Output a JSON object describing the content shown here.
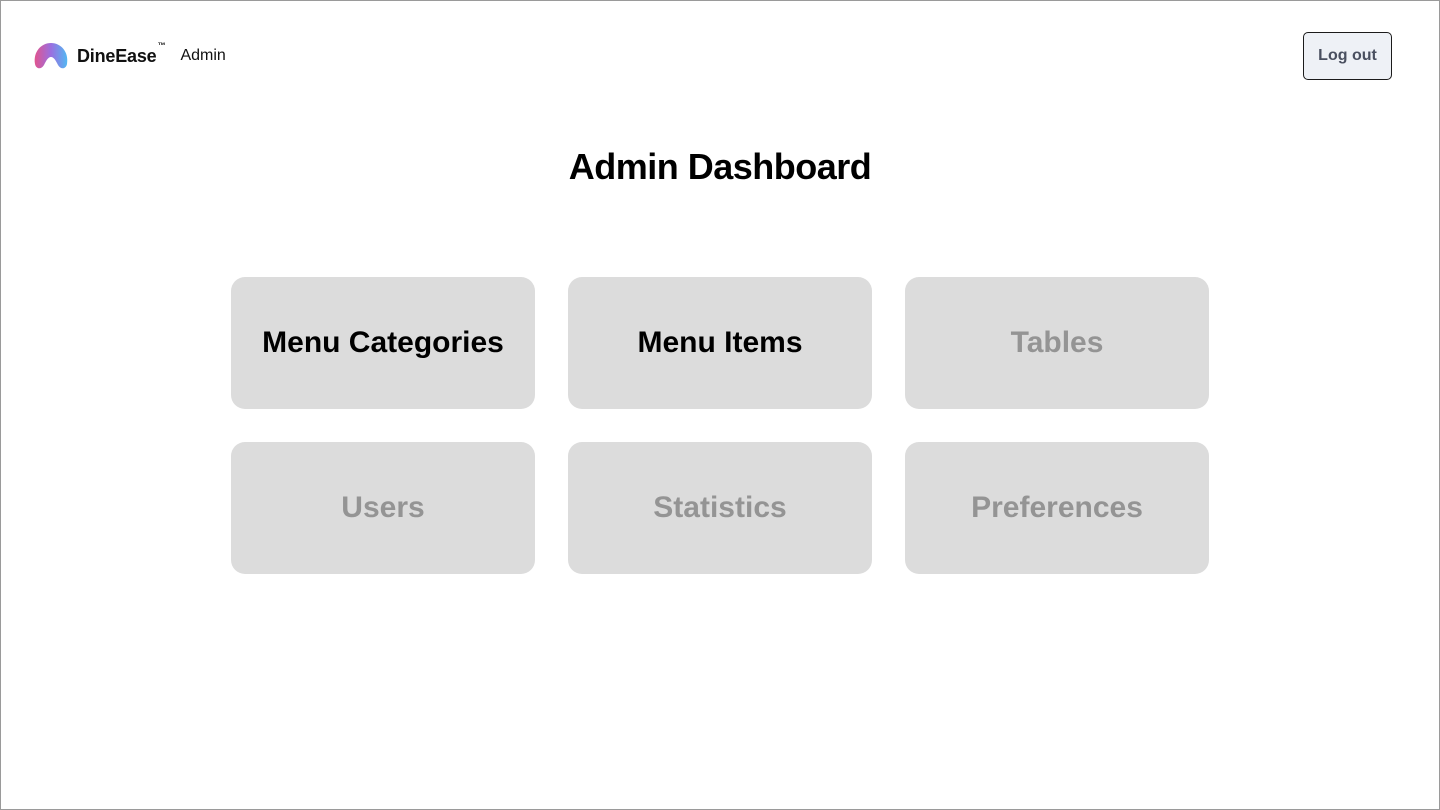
{
  "header": {
    "brand_name": "DineEase",
    "trademark": "™",
    "role_label": "Admin",
    "logout_label": "Log out",
    "logo_icon": "dineease-logo-icon"
  },
  "main": {
    "title": "Admin Dashboard",
    "tiles": [
      {
        "label": "Menu Categories",
        "enabled": true
      },
      {
        "label": "Menu Items",
        "enabled": true
      },
      {
        "label": "Tables",
        "enabled": false
      },
      {
        "label": "Users",
        "enabled": false
      },
      {
        "label": "Statistics",
        "enabled": false
      },
      {
        "label": "Preferences",
        "enabled": false
      }
    ]
  },
  "colors": {
    "tile_background": "#dcdcdc",
    "tile_text_enabled": "#000000",
    "tile_text_disabled": "#949494",
    "logout_background": "#eef1f6",
    "logo_gradient_start": "#e0548f",
    "logo_gradient_end": "#52b8f2"
  }
}
